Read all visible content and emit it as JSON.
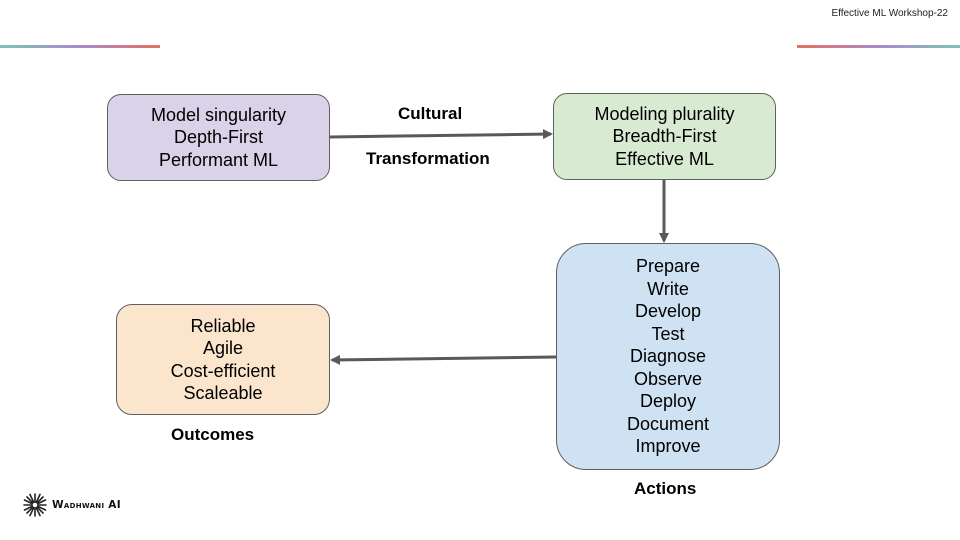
{
  "header": {
    "title": "Effective ML Workshop-22"
  },
  "nodes": {
    "left": {
      "lines": [
        "Model singularity",
        "Depth-First",
        "Performant ML"
      ]
    },
    "right": {
      "lines": [
        "Modeling plurality",
        "Breadth-First",
        "Effective ML"
      ]
    },
    "actions": {
      "lines": [
        "Prepare",
        "Write",
        "Develop",
        "Test",
        "Diagnose",
        "Observe",
        "Deploy",
        "Document",
        "Improve"
      ]
    },
    "outcomes": {
      "lines": [
        "Reliable",
        "Agile",
        "Cost-efficient",
        "Scaleable"
      ]
    }
  },
  "labels": {
    "cultural": "Cultural",
    "transformation": "Transformation",
    "outcomes": "Outcomes",
    "actions": "Actions"
  },
  "logo": {
    "text": "Wadhwani AI"
  },
  "colors": {
    "left_fill": "#d9d2e9",
    "right_fill": "#d9ead3",
    "actions_fill": "#cfe2f3",
    "outcomes_fill": "#fce5cd",
    "arrow": "#595959"
  }
}
